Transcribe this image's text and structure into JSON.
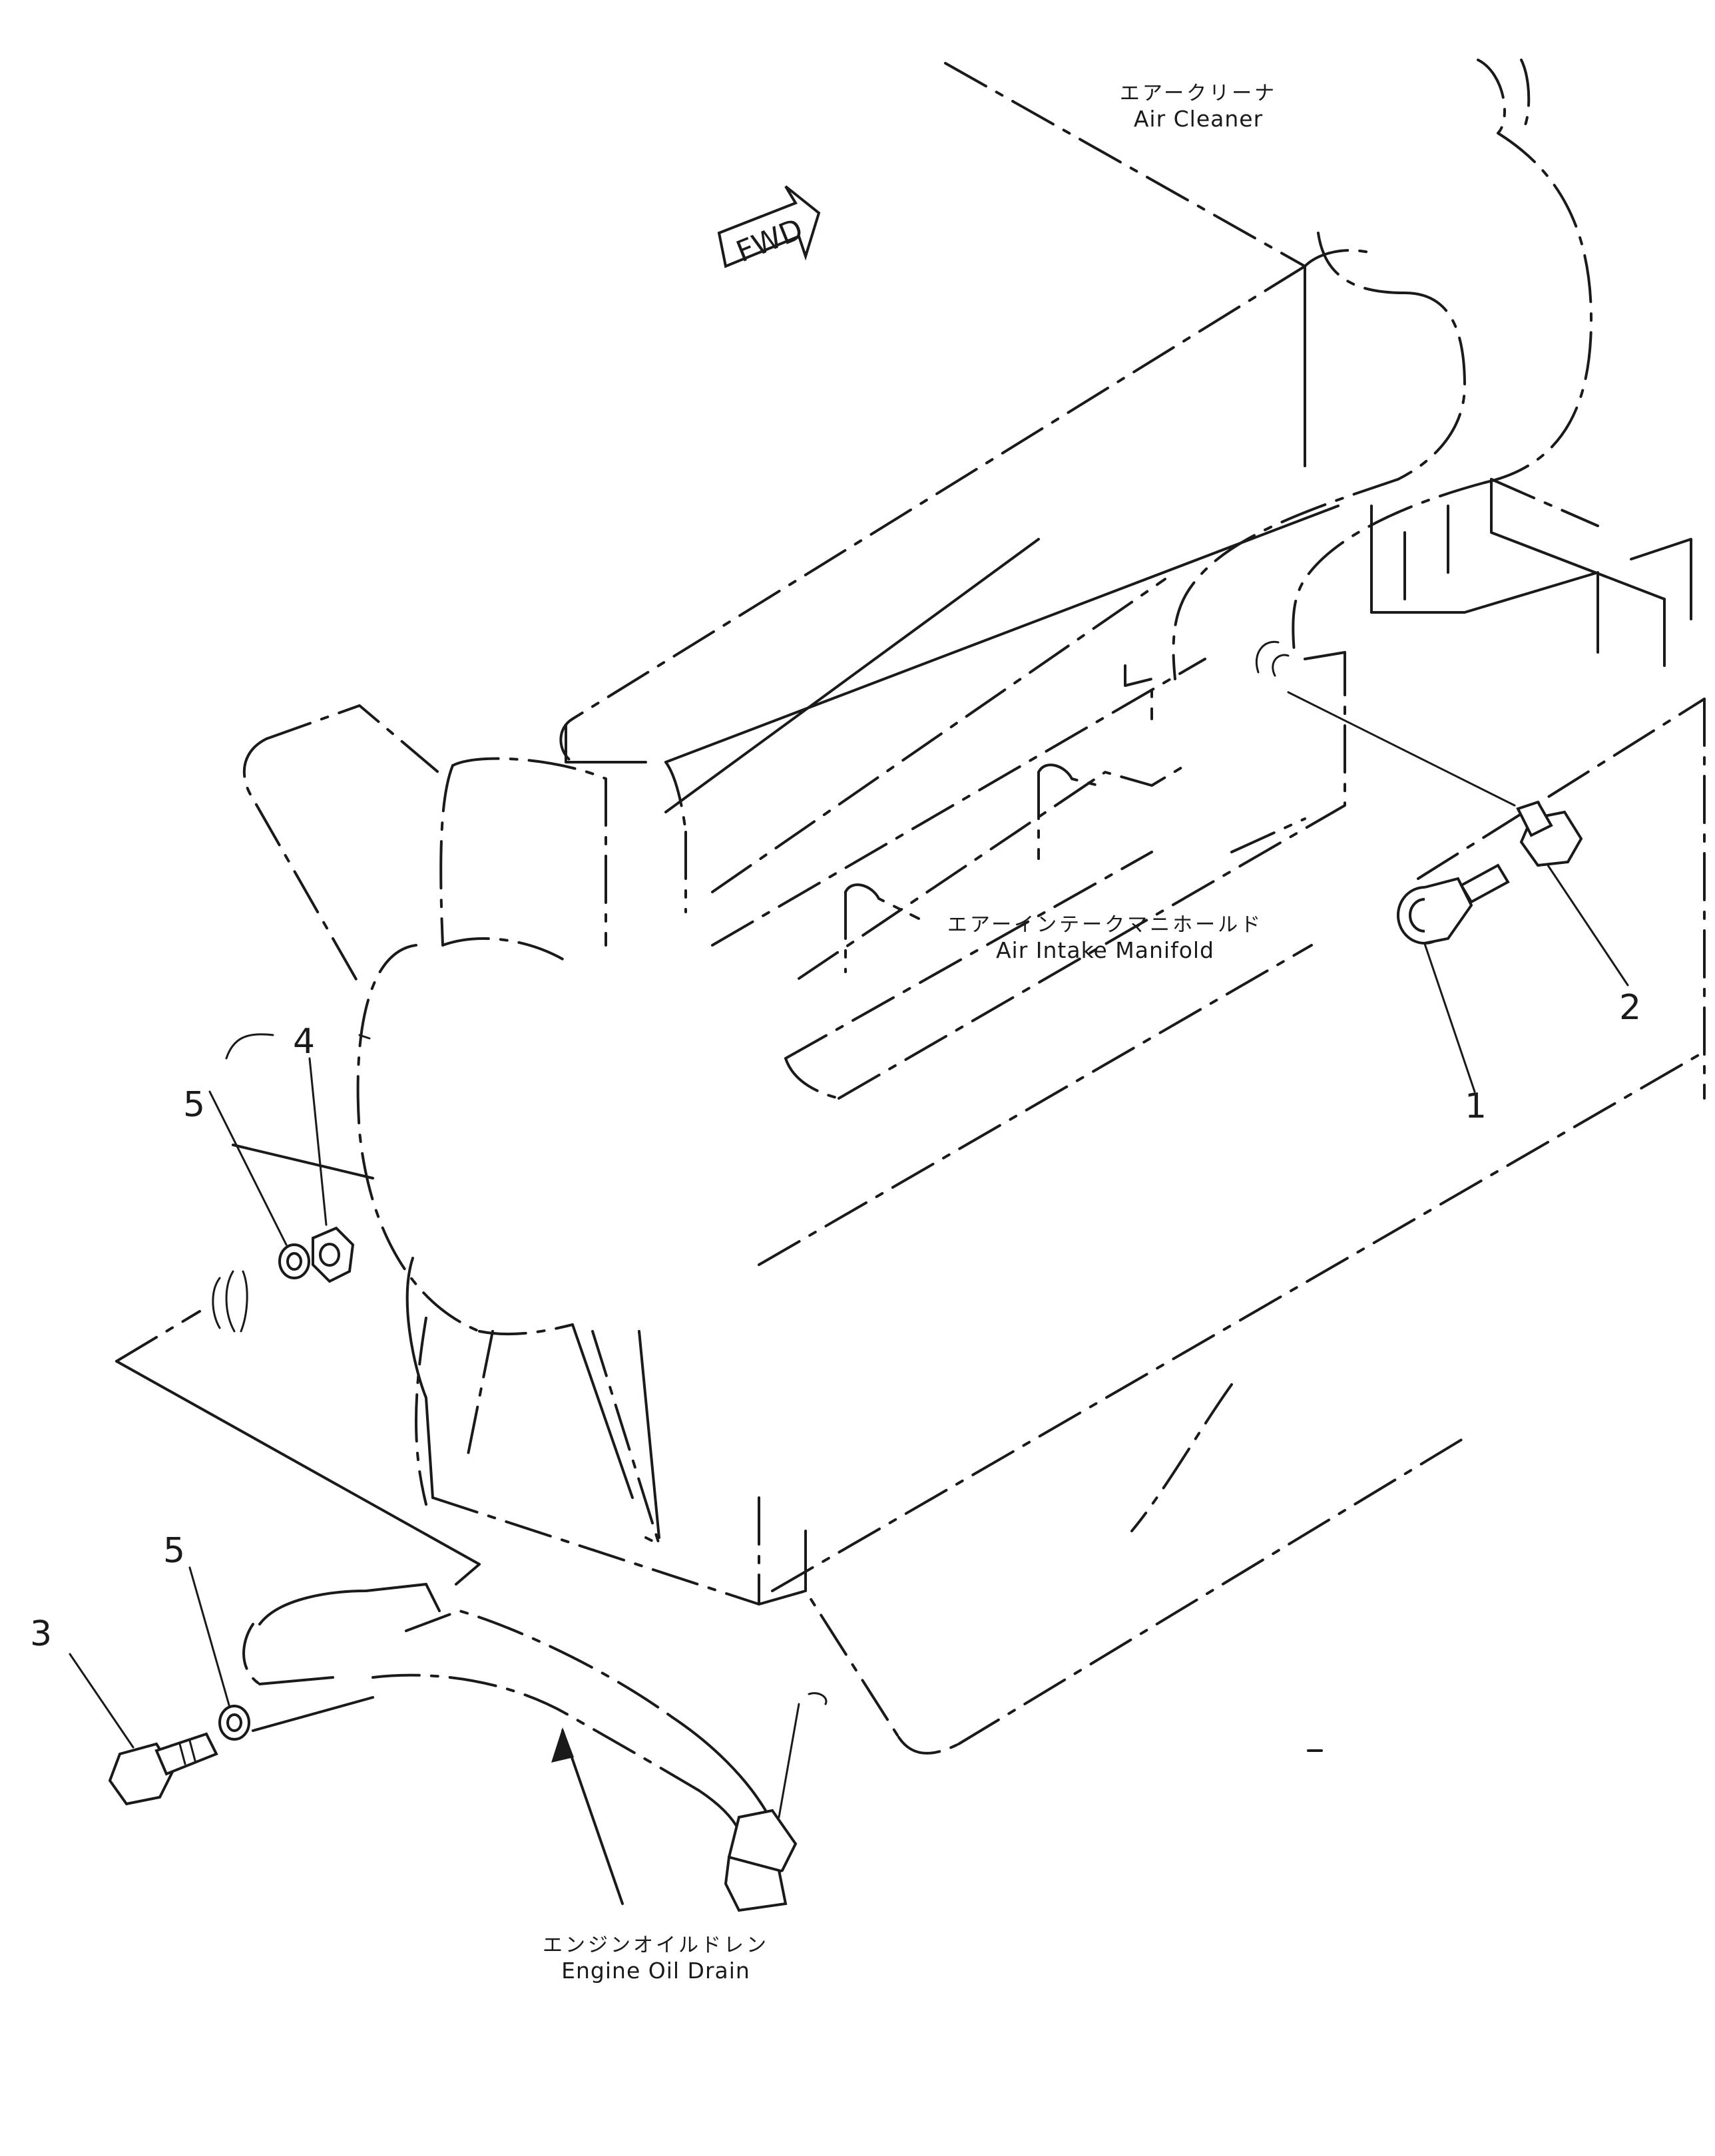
{
  "labels": {
    "air_cleaner": {
      "jp": "エアークリーナ",
      "en": "Air Cleaner"
    },
    "air_intake_manifold": {
      "jp": "エアーインテークマニホールド",
      "en": "Air Intake Manifold"
    },
    "engine_oil_drain": {
      "jp": "エンジンオイルドレン",
      "en": "Engine Oil Drain"
    }
  },
  "direction_marker": "FWD",
  "callouts": {
    "c1": "1",
    "c2": "2",
    "c3": "3",
    "c4": "4",
    "c5a": "5",
    "c5b": "5"
  }
}
